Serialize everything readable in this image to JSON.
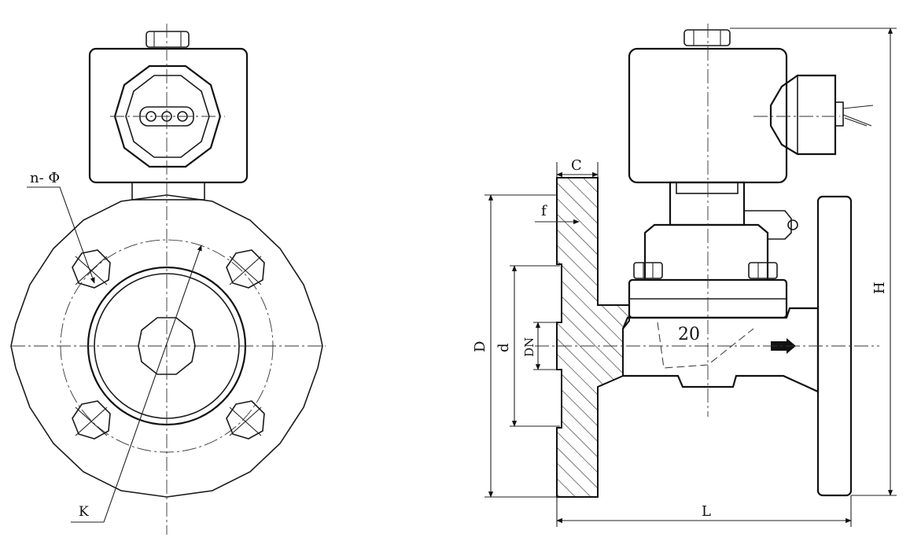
{
  "labels": {
    "n_phi": "n- Φ",
    "K": "K",
    "C": "C",
    "f": "f",
    "D": "D",
    "d": "d",
    "DN": "DN",
    "L": "L",
    "H": "H",
    "body_mark": "20"
  }
}
